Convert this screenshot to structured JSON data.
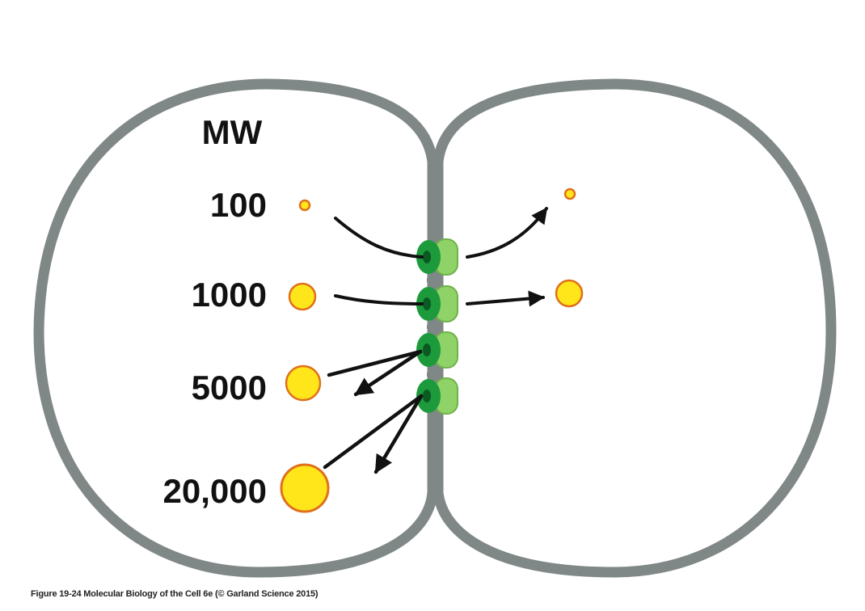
{
  "diagram": {
    "header_label": "MW",
    "molecules": [
      {
        "label": "100",
        "passes_junction": true
      },
      {
        "label": "1000",
        "passes_junction": true
      },
      {
        "label": "5000",
        "passes_junction": false
      },
      {
        "label": "20,000",
        "passes_junction": false
      }
    ],
    "colors": {
      "membrane": "#7f8886",
      "molecule_fill": "#ffe61a",
      "molecule_stroke": "#e0701b",
      "channel_dark": "#1d9a3c",
      "channel_light": "#8fd267",
      "channel_core": "#0a5a22",
      "arrow": "#111111"
    }
  },
  "caption": "Figure 19-24  Molecular Biology of the Cell 6e (© Garland Science 2015)"
}
